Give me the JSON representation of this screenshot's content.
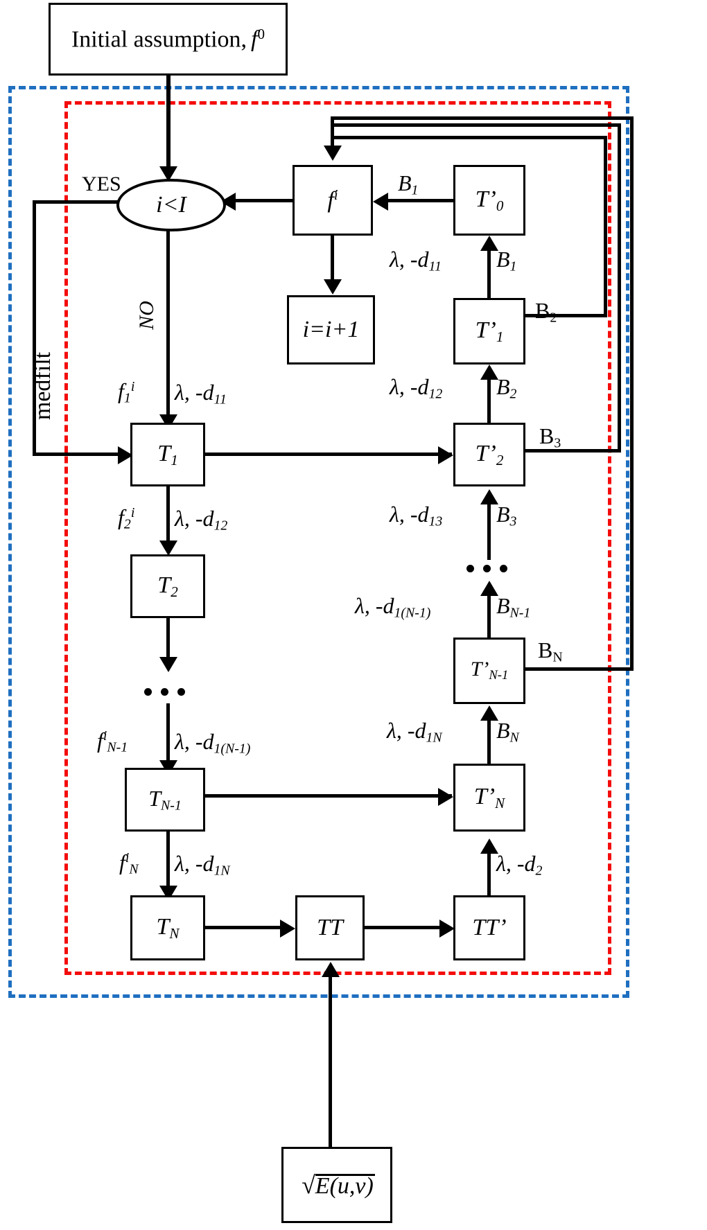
{
  "diagram": {
    "title_box": "Initial assumption, f 0",
    "regions": {
      "outer_label": "medfilt",
      "outer_color": "#1f6fc0",
      "inner_color": "#f40c0c"
    },
    "nodes": {
      "initial": "Initial assumption,",
      "initial_sym": "f",
      "initial_sup": "0",
      "decision": "i<I",
      "yes": "YES",
      "no": "NO",
      "f_i": "f",
      "f_i_sup": "i",
      "counter": "i=i+1",
      "T1": "T",
      "T1_sub": "1",
      "T2": "T",
      "T2_sub": "2",
      "TN1": "T",
      "TN1_sub": "N-1",
      "TN": "T",
      "TN_sub": "N",
      "TT": "TT",
      "TTp": "TT",
      "Tp0": "T",
      "Tp0_sub": "0",
      "Tp1": "T",
      "Tp1_sub": "1",
      "Tp2": "T",
      "Tp2_sub": "2",
      "TpN1": "T",
      "TpN1_sub": "N-1",
      "TpN": "T",
      "TpN_sub": "N",
      "energy_E": "E",
      "energy_args": "(u,v)"
    },
    "edge_labels": {
      "left_f1": "f",
      "left_f1_sub": "1",
      "left_f1_sup": "i",
      "left_d11": "λ, -d",
      "left_d11_sub": "11",
      "left_f2": "f",
      "left_f2_sub": "2",
      "left_f2_sup": "i",
      "left_d12": "λ, -d",
      "left_d12_sub": "12",
      "left_fN1": "f",
      "left_fN1_sub": "N-1",
      "left_fN1_sup": "i",
      "left_d1N1": "λ, -d",
      "left_d1N1_sub": "1(N-1)",
      "left_fN": "f",
      "left_fN_sub": "N",
      "left_fN_sup": "i",
      "left_d1N": "λ, -d",
      "left_d1N_sub": "1N",
      "right_d11": "λ, -d",
      "right_d11_sub": "11",
      "right_B1": "B",
      "right_B1_sub": "1",
      "right_d12": "λ, -d",
      "right_d12_sub": "12",
      "right_B2": "B",
      "right_B2_sub": "2",
      "right_d13": "λ, -d",
      "right_d13_sub": "13",
      "right_B3": "B",
      "right_B3_sub": "3",
      "right_d1N1": "λ, -d",
      "right_d1N1_sub": "1(N-1)",
      "right_BN1": "B",
      "right_BN1_sub": "N-1",
      "right_d1N": "λ, -d",
      "right_d1N_sub": "1N",
      "right_BN": "B",
      "right_BN_sub": "N",
      "right_d2": "λ, -d",
      "right_d2_sub": "2",
      "top_B1": "B",
      "top_B1_sub": "1",
      "feed_B2": "B",
      "feed_B2_sub": "2",
      "feed_B3": "B",
      "feed_B3_sub": "3",
      "feed_BN": "B",
      "feed_BN_sub": "N"
    }
  }
}
